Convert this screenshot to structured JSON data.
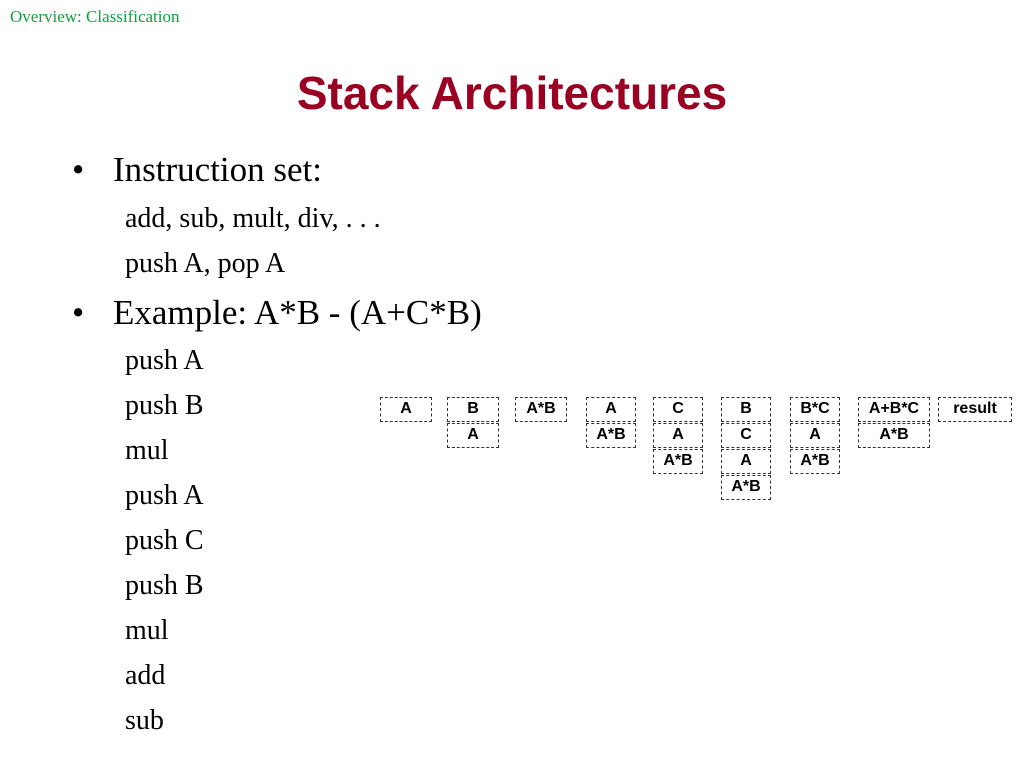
{
  "breadcrumb": "Overview: Classification",
  "title": "Stack Architectures",
  "bullets": {
    "instruction_set": "Instruction set:",
    "example": "Example: A*B - (A+C*B)"
  },
  "instruction_lines": [
    "add, sub, mult, div, . . .",
    "push A, pop A"
  ],
  "example_lines": [
    "push A",
    "push B",
    "mul",
    "push A",
    "push C",
    "push B",
    "mul",
    "add",
    "sub"
  ],
  "stacks": [
    [
      "A"
    ],
    [
      "B",
      "A"
    ],
    [
      "A*B"
    ],
    [
      "A",
      "A*B"
    ],
    [
      "C",
      "A",
      "A*B"
    ],
    [
      "B",
      "C",
      "A",
      "A*B"
    ],
    [
      "B*C",
      "A",
      "A*B"
    ],
    [
      "A+B*C",
      "A*B"
    ],
    [
      "result"
    ]
  ]
}
